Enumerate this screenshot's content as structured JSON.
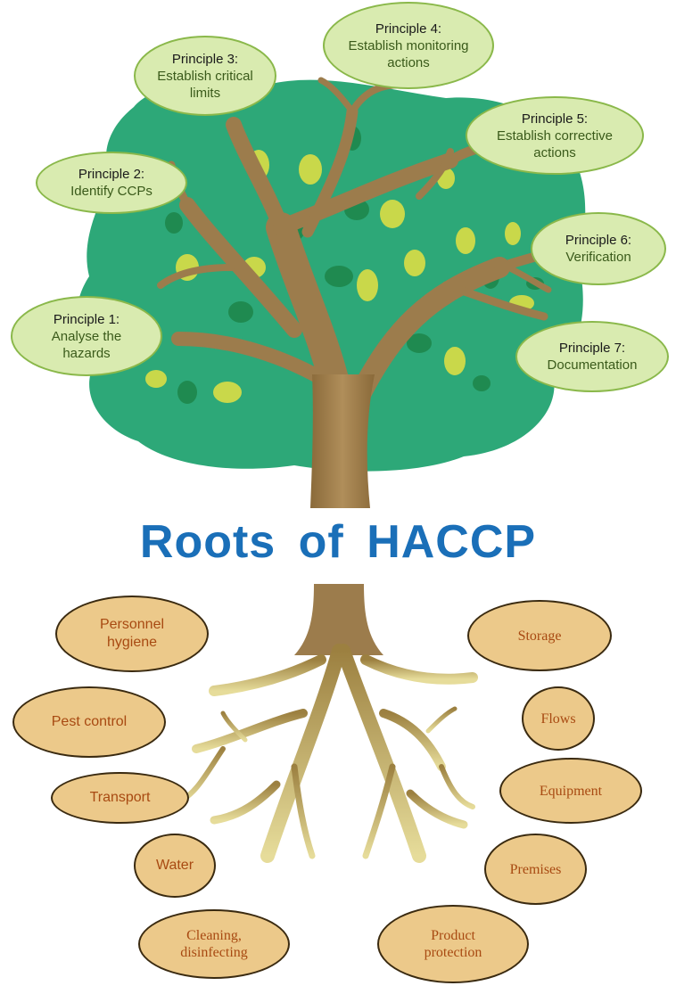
{
  "title": "Roots of HACCP",
  "principles": [
    {
      "head": "Principle 1:",
      "sub": "Analyse the hazards"
    },
    {
      "head": "Principle 2:",
      "sub": "Identify CCPs"
    },
    {
      "head": "Principle 3:",
      "sub": "Establish critical limits"
    },
    {
      "head": "Principle 4:",
      "sub": "Establish monitoring actions"
    },
    {
      "head": "Principle 5:",
      "sub": "Establish corrective actions"
    },
    {
      "head": "Principle 6:",
      "sub": "Verification"
    },
    {
      "head": "Principle 7:",
      "sub": "Documentation"
    }
  ],
  "roots_left": [
    "Personnel hygiene",
    "Pest control",
    "Transport",
    "Water",
    "Cleaning, disinfecting"
  ],
  "roots_right": [
    "Storage",
    "Flows",
    "Equipment",
    "Premises",
    "Product protection"
  ],
  "colors": {
    "canopy": "#2da878",
    "branch": "#9c7c4c",
    "leaf_light": "#c9d84a",
    "leaf_dark": "#1f8a50",
    "principle_fill": "#d9ebb0",
    "root_oval_fill": "#ecc98a",
    "root_text": "#a84a12",
    "title": "#1a6fb8"
  }
}
